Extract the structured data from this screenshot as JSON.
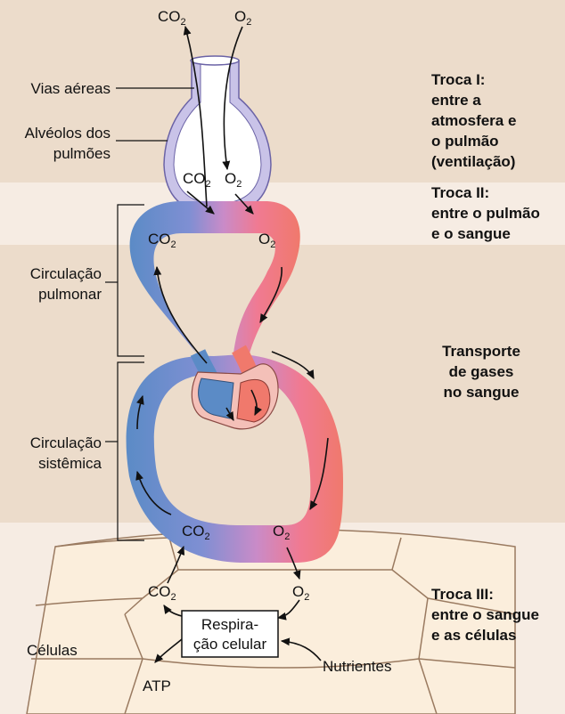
{
  "top": {
    "co2": "CO",
    "co2_sub": "2",
    "o2": "O",
    "o2_sub": "2"
  },
  "labels": {
    "airways": "Vias aéreas",
    "alveoli_1": "Alvéolos dos",
    "alveoli_2": "pulmões",
    "pulmonary_1": "Circulação",
    "pulmonary_2": "pulmonar",
    "systemic_1": "Circulação",
    "systemic_2": "sistêmica",
    "cells": "Células",
    "nutrients": "Nutrientes",
    "atp": "ATP",
    "respiration_1": "Respira-",
    "respiration_2": "ção celular"
  },
  "exchanges": {
    "ex1": [
      "Troca I:",
      "entre a",
      "atmosfera e",
      "o pulmão",
      "(ventilação)"
    ],
    "ex2": [
      "Troca II:",
      "entre o pulmão",
      "e o sangue"
    ],
    "transport": [
      "Transporte",
      "de gases",
      "no sangue"
    ],
    "ex3": [
      "Troca III:",
      "entre o sangue",
      "e as células"
    ]
  },
  "colors": {
    "band_dark": "#ecdccb",
    "band_light": "#f6ece3",
    "venous": "#5b8bc6",
    "arterial": "#f0796c",
    "lung": "#e8e4f4",
    "cells": "#fbeedc"
  }
}
